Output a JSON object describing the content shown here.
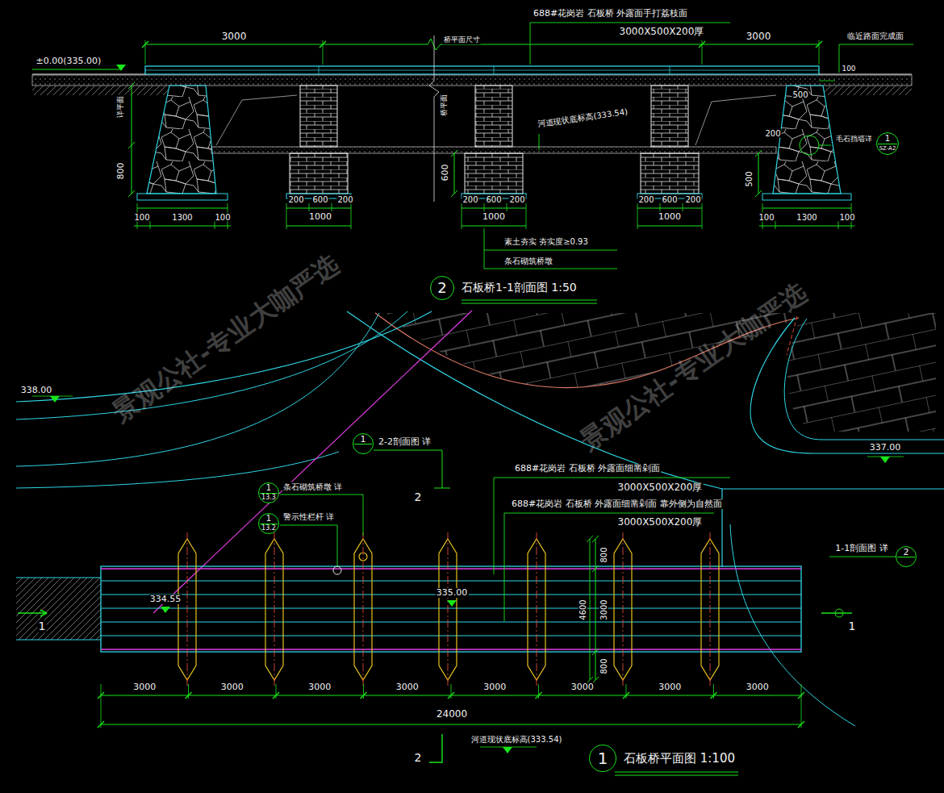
{
  "diagram": {
    "nodes": [
      {
        "text": [
          "1",
          "SZ-A2"
        ]
      },
      {
        "text": [
          "2",
          "石板桥1-1剖面图 1:50"
        ]
      },
      {
        "text": [
          "1"
        ]
      },
      {
        "text": [
          "1",
          "13.3"
        ]
      },
      {
        "text": [
          "1",
          "13.2"
        ]
      },
      {
        "text": [
          "2"
        ]
      },
      {
        "text": [
          "1",
          "石板桥平面图 1:100"
        ]
      }
    ],
    "labels": [
      "3000",
      "桥平面尺寸",
      "3000",
      "688#花岗岩 石板桥 外露面手打荔枝面",
      "3000X500X200厚",
      "临近路面完成面",
      "±0.00(335.00)",
      "100",
      "详平面",
      "800",
      "桥平面",
      "600",
      "河道现状底标高(333.54)",
      "500",
      "200",
      "500",
      "毛石挡墙详",
      "200",
      "600",
      "200",
      "200",
      "600",
      "200",
      "200",
      "600",
      "200",
      "1000",
      "1000",
      "1000",
      "100",
      "1300",
      "100",
      "100",
      "1300",
      "100",
      "素土夯实 夯实度≥0.93",
      "条石砌筑桥墩",
      "338.00",
      "337.00",
      "2-2剖面图 详",
      "2",
      "条石砌筑桥墩 详",
      "警示性栏杆 详",
      "688#花岗岩 石板桥 外露面细凿剁面",
      "3000X500X200厚",
      "688#花岗岩 石板桥 外露面细凿剁面 靠外侧为自然面",
      "3000X500X200厚",
      "334.55",
      "335.00",
      "800",
      "3000",
      "800",
      "4600",
      "1-1剖面图 详",
      "1",
      "1",
      "3000",
      "3000",
      "3000",
      "3000",
      "3000",
      "3000",
      "3000",
      "3000",
      "24000",
      "河道现状底标高(333.54)",
      "2",
      "景观公社-专业大咖严选",
      "景观公社-专业大咖严选"
    ]
  }
}
